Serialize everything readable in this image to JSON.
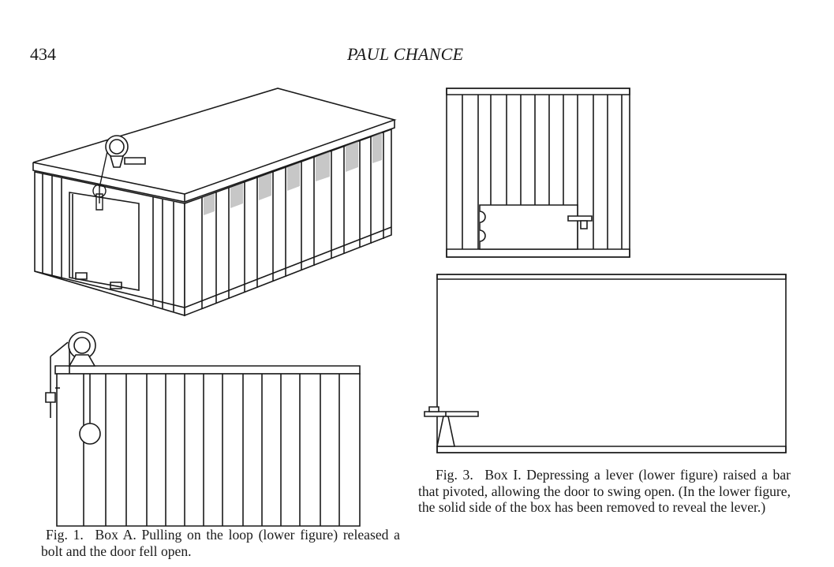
{
  "header": {
    "page_number": "434",
    "running_head": "PAUL CHANCE"
  },
  "figures": [
    {
      "id": "fig1",
      "label": "Fig. 1.",
      "caption": "Box A. Pulling on the loop (lower figure) released a bolt and the door fell open.",
      "drawings": [
        "perspective view of Box A with pulley and loop",
        "side view of Box A with pulley, loop and bolt"
      ]
    },
    {
      "id": "fig3",
      "label": "Fig. 3.",
      "caption": "Box I. Depressing a lever (lower figure) raised a bar that pivoted, allowing the door to swing open. (In the lower figure, the solid side of the box has been removed to reveal the lever.)",
      "drawings": [
        "front view of Box I with door and lever bar",
        "side view of Box I with lever on fulcrum"
      ]
    }
  ]
}
